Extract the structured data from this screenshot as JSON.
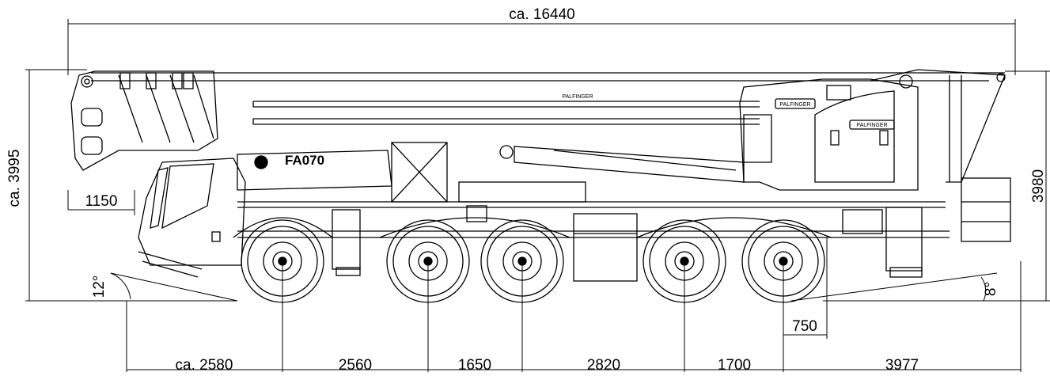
{
  "drawing": {
    "model_label": "FA070",
    "brand_labels": [
      "PALFINGER",
      "PALFINGER",
      "PALFINGER"
    ]
  },
  "dimensions": {
    "overall_length": "ca. 16440",
    "overall_height_left": "ca. 3995",
    "overall_height_right": "3980",
    "front_overhang_top": "1150",
    "front_to_axle1": "ca. 2580",
    "axle1_to_axle2": "2560",
    "axle2_to_axle3": "1650",
    "axle3_to_axle4": "2820",
    "axle4_to_axle5": "1700",
    "rear_overhang": "3977",
    "rear_offset": "750",
    "approach_angle": "12°",
    "departure_angle": "8°"
  }
}
